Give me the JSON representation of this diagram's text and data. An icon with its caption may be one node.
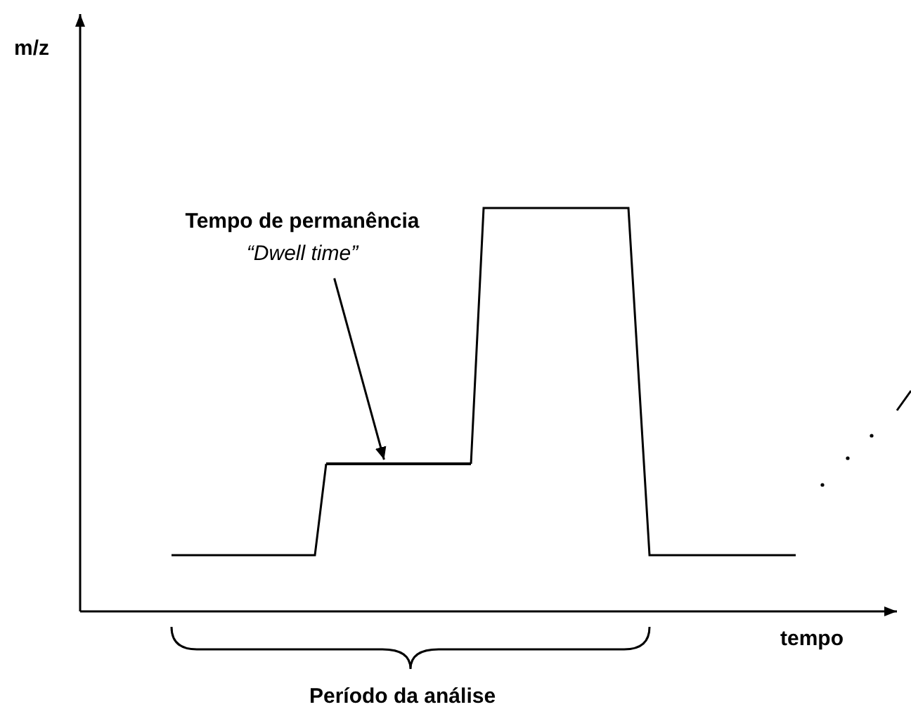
{
  "diagram": {
    "nodes": [
      {
        "text": [
          "Tempo de permanência",
          "“Dwell time”"
        ]
      },
      {
        "text": [],
        "shape": "line"
      }
    ],
    "edges": [
      {
        "from": 0,
        "to": 1,
        "arrow": "to"
      }
    ],
    "labels": [
      "m/z",
      "tempo",
      "Período da análise"
    ]
  }
}
